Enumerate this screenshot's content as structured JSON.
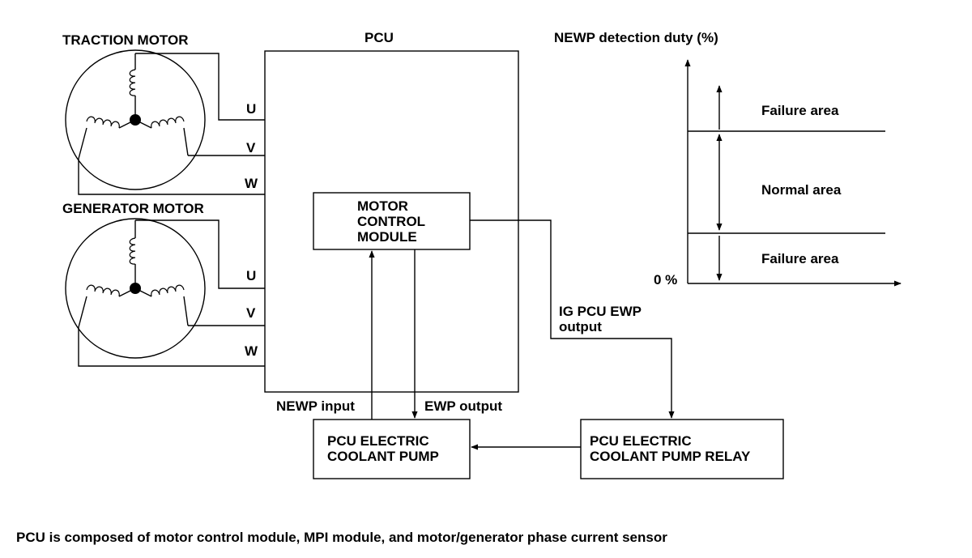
{
  "motors": {
    "traction": {
      "title": "TRACTION MOTOR",
      "terminals": [
        "U",
        "V",
        "W"
      ]
    },
    "generator": {
      "title": "GENERATOR MOTOR",
      "terminals": [
        "U",
        "V",
        "W"
      ]
    }
  },
  "pcu": {
    "title": "PCU",
    "module_lines": [
      "MOTOR",
      "CONTROL",
      "MODULE"
    ],
    "newp_input": "NEWP input",
    "ewp_output": "EWP output"
  },
  "pump": {
    "lines": [
      "PCU ELECTRIC",
      "COOLANT PUMP"
    ]
  },
  "relay": {
    "lines": [
      "PCU ELECTRIC",
      "COOLANT PUMP RELAY"
    ]
  },
  "ig_signal": {
    "lines": [
      "IG PCU EWP",
      "output"
    ]
  },
  "duty_graph": {
    "title": "NEWP detection duty (%)",
    "origin_label": "0 %",
    "areas": [
      "Failure area",
      "Normal area",
      "Failure area"
    ]
  },
  "caption": "PCU is composed of motor control module, MPI module, and motor/generator phase current sensor"
}
